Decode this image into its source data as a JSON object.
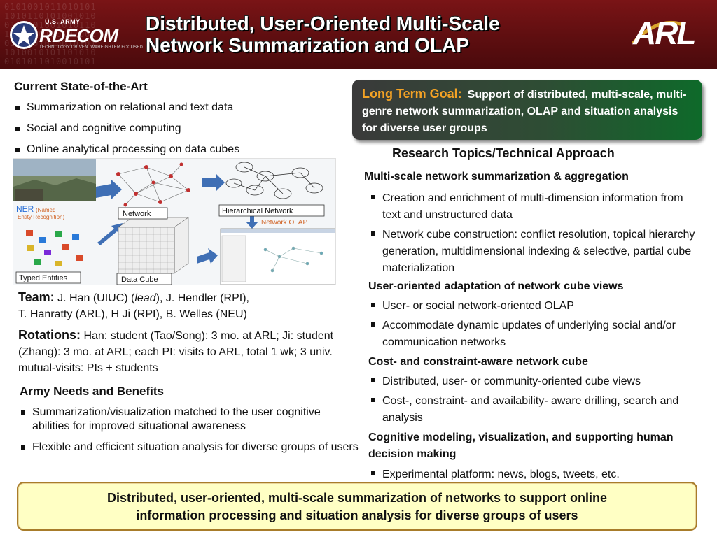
{
  "header": {
    "title_line1": "Distributed, User-Oriented Multi-Scale",
    "title_line2": "Network Summarization and OLAP",
    "rdecom_small": "U.S. ARMY",
    "rdecom_big": "RDECOM",
    "rdecom_tagline": "TECHNOLOGY DRIVEN. WARFIGHTER FOCUSED.",
    "arl_logo": "ARL"
  },
  "state_of_art": {
    "heading": "Current State-of-the-Art",
    "items": [
      "Summarization on relational and text data",
      "Social and cognitive computing",
      "Online analytical processing on data cubes"
    ]
  },
  "figure": {
    "ner_label": "NER",
    "ner_sub1": "(Named",
    "ner_sub2": "Entity Recognition)",
    "network_label": "Network",
    "hier_label": "Hierarchical Network",
    "olap_label": "Network OLAP",
    "typed_label": "Typed Entities",
    "cube_label": "Data Cube"
  },
  "team": {
    "label": "Team:",
    "text1": " J. Han (UIUC) (",
    "lead": "lead",
    "text2": "), J. Hendler (RPI),",
    "line2": "T. Hanratty (ARL), H Ji (RPI), B. Welles (NEU)"
  },
  "rotations": {
    "label": "Rotations:",
    "text": " Han: student (Tao/Song): 3 mo. at ARL; Ji: student (Zhang): 3 mo. at  ARL; each PI: visits to ARL, total 1 wk; 3 univ. mutual-visits: PIs + students"
  },
  "army": {
    "heading": "Army Needs and Benefits",
    "items": [
      "Summarization/visualization matched to the user cognitive abilities for improved situational awareness",
      "Flexible and efficient situation analysis for diverse groups of users"
    ]
  },
  "goal": {
    "label": "Long Term Goal:",
    "text": "Support of distributed, multi-scale, multi-genre network summarization, OLAP and situation analysis for diverse user groups"
  },
  "research": {
    "heading": "Research Topics/Technical Approach",
    "sections": [
      {
        "title": "Multi-scale network summarization & aggregation",
        "items": [
          "Creation and enrichment of multi-dimension information from text and unstructured data",
          "Network cube construction: conflict resolution, topical hierarchy generation, multidimensional indexing & selective, partial cube materialization"
        ]
      },
      {
        "title": "User-oriented adaptation of network cube views",
        "items": [
          "User- or social network-oriented OLAP",
          "Accommodate dynamic updates of underlying social and/or communication networks"
        ]
      },
      {
        "title": "Cost- and constraint-aware network cube",
        "items": [
          "Distributed, user- or community-oriented cube views",
          "Cost-, constraint- and availability- aware drilling, search and analysis"
        ]
      },
      {
        "title": "Cognitive modeling, visualization, and supporting human decision making",
        "items": [
          "Experimental platform: news, blogs, tweets, etc."
        ]
      }
    ]
  },
  "banner": {
    "line1": "Distributed, user-oriented, multi-scale summarization of networks to support online",
    "line2": "information processing and situation analysis for diverse groups of users"
  }
}
